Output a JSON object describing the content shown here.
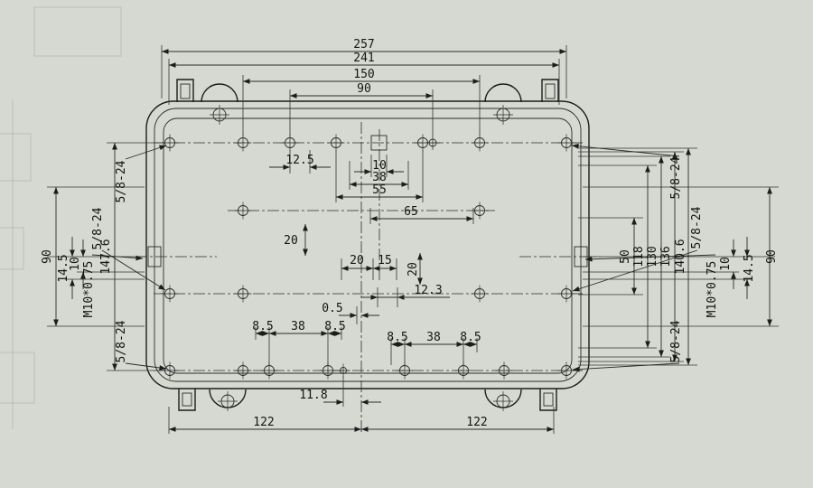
{
  "colors": {
    "background": "#d6d9d1",
    "ink": "#1c1c1c"
  },
  "labels": {
    "w_overall": "257",
    "w_flange": "241",
    "w_150": "150",
    "w_90": "90",
    "d_12_5": "12.5",
    "d_10": "10",
    "d_38": "38",
    "d_55": "55",
    "d_65": "65",
    "d_20_left": "20",
    "d_20_mid": "20",
    "d_15": "15",
    "d_20_vert": "20",
    "d_12_3": "12.3",
    "d_0_5": "0.5",
    "b1_8_5_l": "8.5",
    "b1_38": "38",
    "b1_8_5_r": "8.5",
    "b2_8_5_l": "8.5",
    "b2_38": "38",
    "b2_8_5_r": "8.5",
    "d_11_8": "11.8",
    "d_122_l": "122",
    "d_122_r": "122",
    "l_thread_top": "5/8-24",
    "l_thread_mid": "5/8-24",
    "l_thread_bot": "5/8-24",
    "l_90": "90",
    "l_14_5": "14.5",
    "l_10": "10",
    "l_m10": "M10*0.75",
    "l_147_6": "147.6",
    "r_thread_top": "5/8-24",
    "r_thread_mid": "5/8-24",
    "r_thread_bot": "5/8-24",
    "r_50": "50",
    "r_118": "118",
    "r_130": "130",
    "r_136": "136",
    "r_140_6": "140.6",
    "r_10": "10",
    "r_14_5": "14.5",
    "r_m10": "M10*0.75",
    "r_90": "90"
  }
}
